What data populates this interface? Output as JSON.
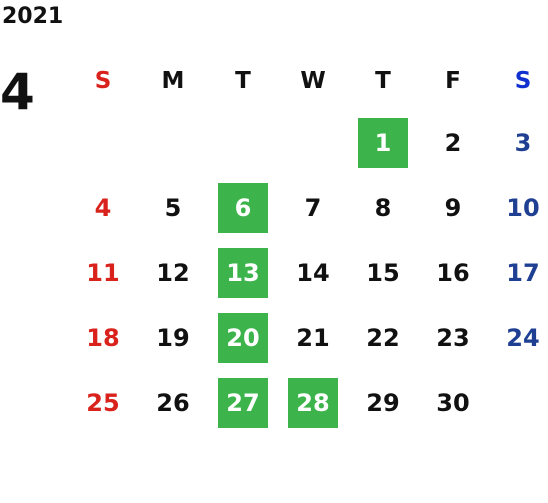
{
  "calendar": {
    "year": "2021",
    "month": "4",
    "weekdays": [
      "S",
      "M",
      "T",
      "W",
      "T",
      "F",
      "S"
    ],
    "first_weekday_index": 4,
    "weeks": [
      [
        "",
        "",
        "",
        "",
        "1",
        "2",
        "3"
      ],
      [
        "4",
        "5",
        "6",
        "7",
        "8",
        "9",
        "10"
      ],
      [
        "11",
        "12",
        "13",
        "14",
        "15",
        "16",
        "17"
      ],
      [
        "18",
        "19",
        "20",
        "21",
        "22",
        "23",
        "24"
      ],
      [
        "25",
        "26",
        "27",
        "28",
        "29",
        "30",
        ""
      ]
    ],
    "highlighted_days": [
      "1",
      "6",
      "13",
      "20",
      "27",
      "28"
    ],
    "colors": {
      "sunday": "#d9221c",
      "saturday_weekday_label": "#1030d0",
      "saturday": "#1f3f93",
      "highlight": "#3cb44b",
      "highlight_text": "#ffffff",
      "default_text": "#111111"
    }
  }
}
